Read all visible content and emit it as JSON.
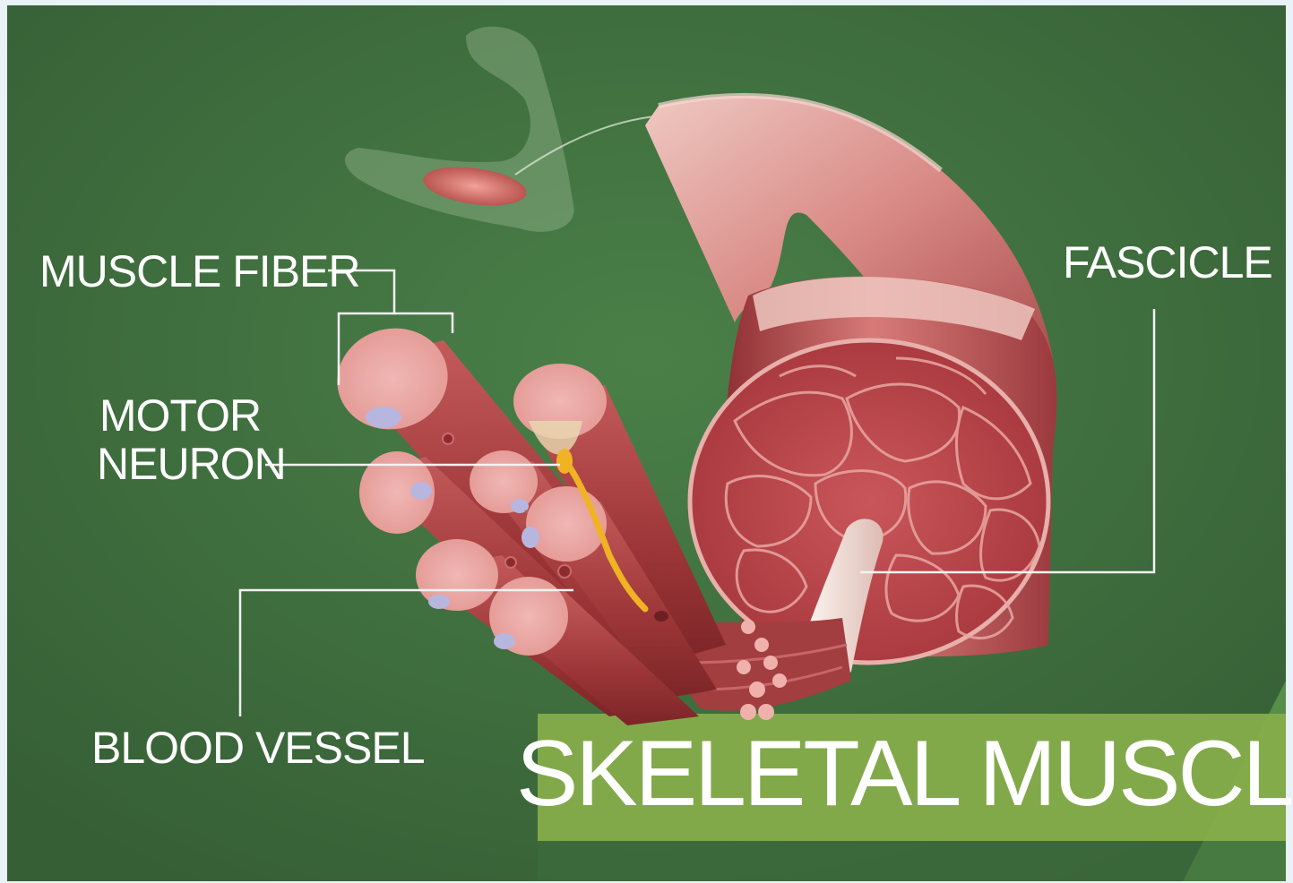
{
  "labels": {
    "muscle_fiber": "MUSCLE FIBER",
    "motor": "MOTOR",
    "neuron": "NEURON",
    "fascicle": "FASCICLE",
    "blood_vessel": "BLOOD VESSEL"
  },
  "title": "SKELETAL MUSCLE",
  "colors": {
    "background": "#3f6e3f",
    "banner": "#86ad4a",
    "muscle": "#b8454a",
    "tendon": "#eed8d2",
    "vessel": "#b7b6de",
    "nerve": "#f0b324"
  }
}
